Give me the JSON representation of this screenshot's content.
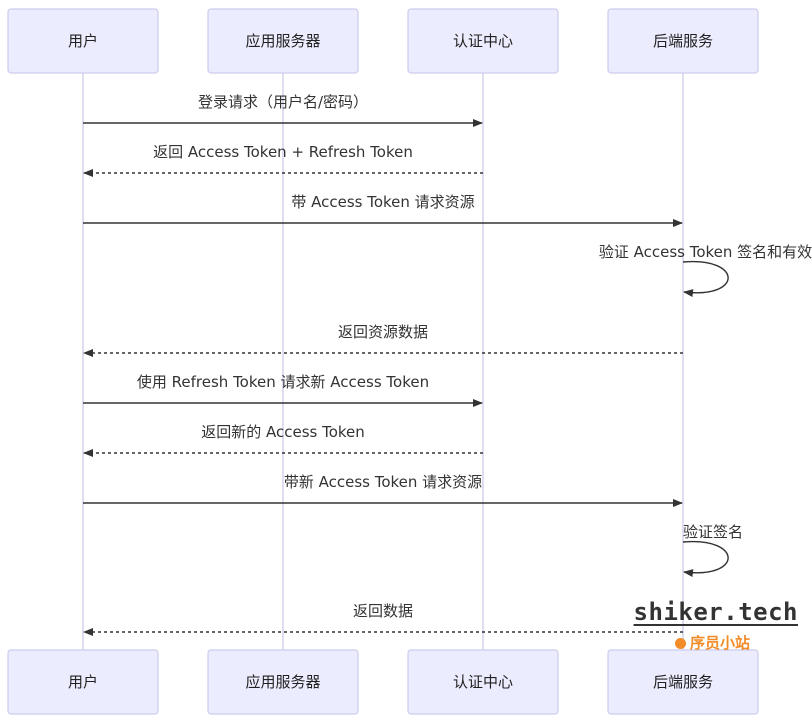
{
  "actors": [
    {
      "id": "user",
      "label": "用户"
    },
    {
      "id": "app",
      "label": "应用服务器"
    },
    {
      "id": "auth",
      "label": "认证中心"
    },
    {
      "id": "backend",
      "label": "后端服务"
    }
  ],
  "messages": [
    {
      "from": "user",
      "to": "auth",
      "style": "solid",
      "label": "登录请求（用户名/密码）"
    },
    {
      "from": "auth",
      "to": "user",
      "style": "dashed",
      "label": "返回 Access Token + Refresh Token"
    },
    {
      "from": "user",
      "to": "backend",
      "style": "solid",
      "label": "带 Access Token 请求资源"
    },
    {
      "from": "backend",
      "to": "backend",
      "style": "self",
      "label": "验证 Access Token 签名和有效期"
    },
    {
      "from": "backend",
      "to": "user",
      "style": "dashed",
      "label": "返回资源数据"
    },
    {
      "from": "user",
      "to": "auth",
      "style": "solid",
      "label": "使用 Refresh Token 请求新 Access Token"
    },
    {
      "from": "auth",
      "to": "user",
      "style": "dashed",
      "label": "返回新的 Access Token"
    },
    {
      "from": "user",
      "to": "backend",
      "style": "solid",
      "label": "带新 Access Token 请求资源"
    },
    {
      "from": "backend",
      "to": "backend",
      "style": "self",
      "label": "验证签名"
    },
    {
      "from": "backend",
      "to": "user",
      "style": "dashed",
      "label": "返回数据"
    }
  ],
  "watermark": {
    "main": "shiker.tech",
    "sub": "序员小站",
    "icon": "orange-icon"
  }
}
